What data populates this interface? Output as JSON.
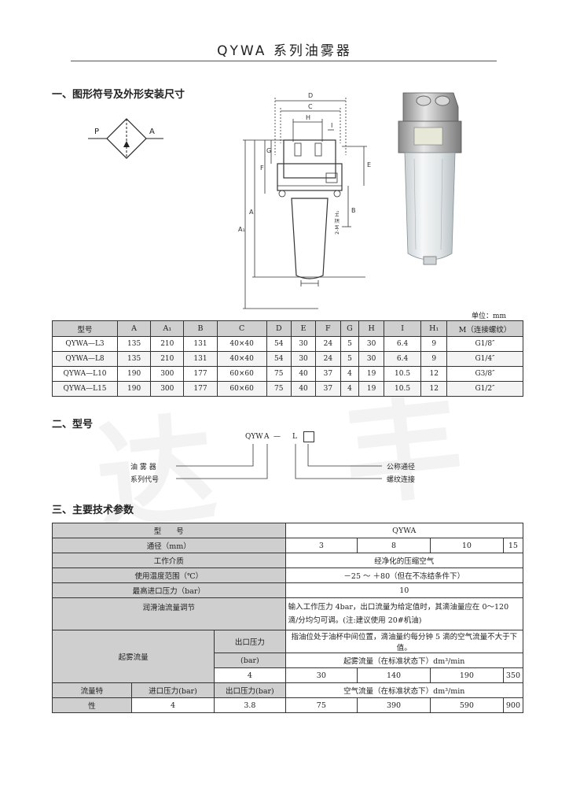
{
  "title": "QYWA 系列油雾器",
  "section1": "一、图形符号及外形安装尺寸",
  "section2": "二、型号",
  "section3": "三、主要技术参数",
  "symbol": {
    "p": "P",
    "a": "A"
  },
  "drawing": {
    "d": "D",
    "c": "C",
    "h": "H",
    "i": "I",
    "g": "G",
    "f": "F",
    "e": "E",
    "a": "A",
    "a1": "A₁",
    "b": "B",
    "thread": "2-M 深 H₁"
  },
  "unit": "单位：mm",
  "dim_table": {
    "headers": [
      "型号",
      "A",
      "A₁",
      "B",
      "C",
      "D",
      "E",
      "F",
      "G",
      "H",
      "I",
      "H₁",
      "M（连接螺纹）"
    ],
    "rows": [
      [
        "QYWA—L3",
        "135",
        "210",
        "131",
        "40×40",
        "54",
        "30",
        "24",
        "5",
        "30",
        "6.4",
        "9",
        "G1/8″"
      ],
      [
        "QYWA—L8",
        "135",
        "210",
        "131",
        "40×40",
        "54",
        "30",
        "24",
        "5",
        "30",
        "6.4",
        "9",
        "G1/4″"
      ],
      [
        "QYWA—L10",
        "190",
        "300",
        "177",
        "60×60",
        "75",
        "40",
        "37",
        "4",
        "19",
        "10.5",
        "12",
        "G3/8″"
      ],
      [
        "QYWA—L15",
        "190",
        "300",
        "177",
        "60×60",
        "75",
        "40",
        "37",
        "4",
        "19",
        "10.5",
        "12",
        "G1/2″"
      ]
    ]
  },
  "model": {
    "code_qyw": "QYW",
    "code_a": "A",
    "code_dash": "—",
    "code_l": "L",
    "left_labels": [
      "油 雾 器",
      "系列代号"
    ],
    "right_labels": [
      "公称通径",
      "螺纹连接"
    ]
  },
  "tech": {
    "model_label": "型　　号",
    "model_value": "QYWA",
    "bore_label": "通径（mm）",
    "bore_values": [
      "3",
      "8",
      "10",
      "15"
    ],
    "medium_label": "工作介质",
    "medium_value": "经净化的压缩空气",
    "temp_label": "使用温度范围（℃）",
    "temp_value": "－25 ～ ＋80（但在不冻结条件下）",
    "pressure_label": "最高进口压力（bar）",
    "pressure_value": "10",
    "lube_label": "润滑油流量调节",
    "lube_value": "输入工作压力 4bar，出口流量为给定值时，其滴油量应在 0～120 滴/分均匀可调。(注:建议使用 20#机油)",
    "mist_label": "起雾流量",
    "outlet_label_1": "出口压力",
    "outlet_label_2": "(bar)",
    "mist_note": "指油位处于油杯中间位置，滴油量约每分钟 5 滴的空气流量不大于下值。",
    "mist_flow_label": "起雾流量（在标准状态下）dm³/min",
    "mist_pressure": "4",
    "mist_values": [
      "30",
      "140",
      "190",
      "350"
    ],
    "flow_char_1": "流量特",
    "flow_char_2": "性",
    "inlet_label": "进口压力(bar)",
    "outlet_label": "出口压力(bar)",
    "air_flow_label": "空气流量（在标准状态下）dm³/min",
    "flow_inlet": "4",
    "flow_outlet": "3.8",
    "flow_values": [
      "75",
      "390",
      "590",
      "900"
    ]
  }
}
